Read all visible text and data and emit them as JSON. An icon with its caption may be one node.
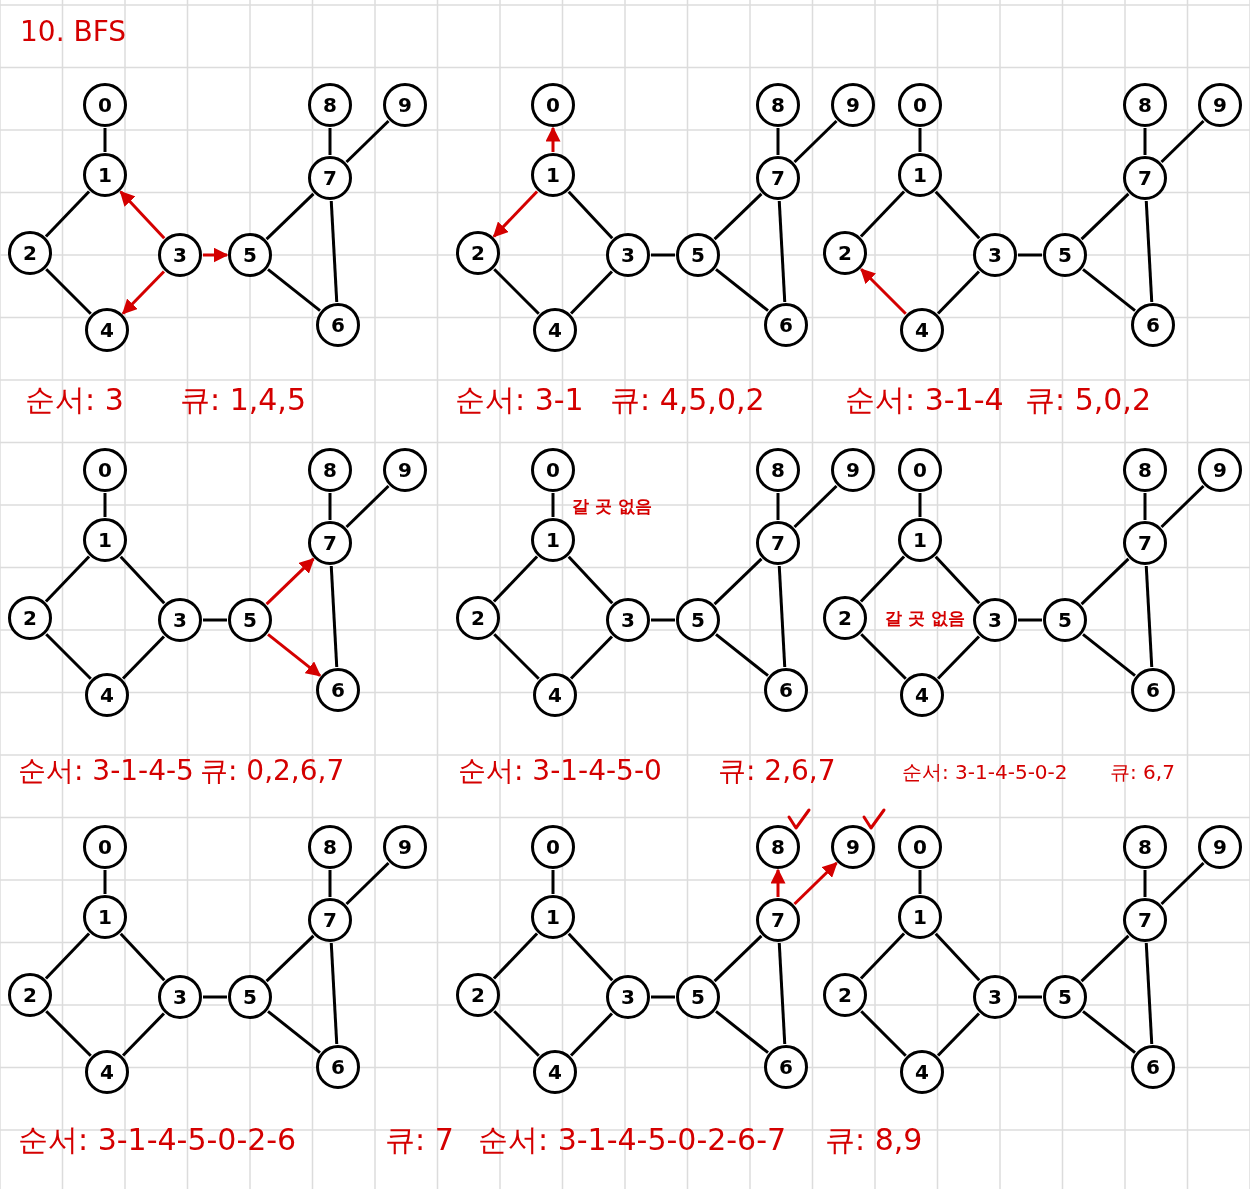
{
  "diagram": {
    "title": "10. BFS",
    "nodes": [
      {
        "text": [
          "0"
        ]
      },
      {
        "text": [
          "1"
        ]
      },
      {
        "text": [
          "2"
        ]
      },
      {
        "text": [
          "3"
        ]
      },
      {
        "text": [
          "4"
        ]
      },
      {
        "text": [
          "5"
        ]
      },
      {
        "text": [
          "6"
        ]
      },
      {
        "text": [
          "7"
        ]
      },
      {
        "text": [
          "8"
        ]
      },
      {
        "text": [
          "9"
        ]
      },
      {
        "text": [
          "0"
        ]
      },
      {
        "text": [
          "1"
        ]
      },
      {
        "text": [
          "2"
        ]
      },
      {
        "text": [
          "3"
        ]
      },
      {
        "text": [
          "4"
        ]
      },
      {
        "text": [
          "5"
        ]
      },
      {
        "text": [
          "6"
        ]
      },
      {
        "text": [
          "7"
        ]
      },
      {
        "text": [
          "8"
        ]
      },
      {
        "text": [
          "9"
        ]
      },
      {
        "text": [
          "0"
        ]
      },
      {
        "text": [
          "1"
        ]
      },
      {
        "text": [
          "2"
        ]
      },
      {
        "text": [
          "3"
        ]
      },
      {
        "text": [
          "4"
        ]
      },
      {
        "text": [
          "5"
        ]
      },
      {
        "text": [
          "6"
        ]
      },
      {
        "text": [
          "7"
        ]
      },
      {
        "text": [
          "8"
        ]
      },
      {
        "text": [
          "9"
        ]
      },
      {
        "text": [
          "0"
        ]
      },
      {
        "text": [
          "1"
        ]
      },
      {
        "text": [
          "2"
        ]
      },
      {
        "text": [
          "3"
        ]
      },
      {
        "text": [
          "4"
        ]
      },
      {
        "text": [
          "5"
        ]
      },
      {
        "text": [
          "6"
        ]
      },
      {
        "text": [
          "7"
        ]
      },
      {
        "text": [
          "8"
        ]
      },
      {
        "text": [
          "9"
        ]
      },
      {
        "text": [
          "0"
        ],
        "beside": [
          "갈 곳 없음"
        ]
      },
      {
        "text": [
          "1"
        ]
      },
      {
        "text": [
          "2"
        ]
      },
      {
        "text": [
          "3"
        ]
      },
      {
        "text": [
          "4"
        ]
      },
      {
        "text": [
          "5"
        ]
      },
      {
        "text": [
          "6"
        ]
      },
      {
        "text": [
          "7"
        ]
      },
      {
        "text": [
          "8"
        ]
      },
      {
        "text": [
          "9"
        ]
      },
      {
        "text": [
          "0"
        ]
      },
      {
        "text": [
          "1"
        ]
      },
      {
        "text": [
          "2"
        ],
        "beside": [
          "갈 곳 없음"
        ]
      },
      {
        "text": [
          "3"
        ]
      },
      {
        "text": [
          "4"
        ]
      },
      {
        "text": [
          "5"
        ]
      },
      {
        "text": [
          "6"
        ]
      },
      {
        "text": [
          "7"
        ]
      },
      {
        "text": [
          "8"
        ]
      },
      {
        "text": [
          "9"
        ]
      },
      {
        "text": [
          "0"
        ]
      },
      {
        "text": [
          "1"
        ]
      },
      {
        "text": [
          "2"
        ]
      },
      {
        "text": [
          "3"
        ]
      },
      {
        "text": [
          "4"
        ]
      },
      {
        "text": [
          "5"
        ]
      },
      {
        "text": [
          "6"
        ]
      },
      {
        "text": [
          "7"
        ]
      },
      {
        "text": [
          "8"
        ]
      },
      {
        "text": [
          "9"
        ]
      },
      {
        "text": [
          "0"
        ]
      },
      {
        "text": [
          "1"
        ]
      },
      {
        "text": [
          "2"
        ]
      },
      {
        "text": [
          "3"
        ]
      },
      {
        "text": [
          "4"
        ]
      },
      {
        "text": [
          "5"
        ]
      },
      {
        "text": [
          "6"
        ]
      },
      {
        "text": [
          "7"
        ]
      },
      {
        "text": [
          "8"
        ]
      },
      {
        "text": [
          "9"
        ]
      },
      {
        "text": [
          "0"
        ]
      },
      {
        "text": [
          "1"
        ]
      },
      {
        "text": [
          "2"
        ]
      },
      {
        "text": [
          "3"
        ]
      },
      {
        "text": [
          "4"
        ]
      },
      {
        "text": [
          "5"
        ]
      },
      {
        "text": [
          "6"
        ]
      },
      {
        "text": [
          "7"
        ]
      },
      {
        "text": [
          "8"
        ]
      },
      {
        "text": [
          "9"
        ]
      }
    ],
    "edges": [
      {
        "from": 0,
        "to": 1,
        "arrow": "none"
      },
      {
        "from": 1,
        "to": 2,
        "arrow": "none"
      },
      {
        "from": 3,
        "to": 1,
        "arrow": "to",
        "color": "#d40000"
      },
      {
        "from": 2,
        "to": 4,
        "arrow": "none"
      },
      {
        "from": 3,
        "to": 4,
        "arrow": "to",
        "color": "#d40000"
      },
      {
        "from": 3,
        "to": 5,
        "arrow": "to",
        "color": "#d40000"
      },
      {
        "from": 5,
        "to": 7,
        "arrow": "none"
      },
      {
        "from": 5,
        "to": 6,
        "arrow": "none"
      },
      {
        "from": 6,
        "to": 7,
        "arrow": "none"
      },
      {
        "from": 7,
        "to": 8,
        "arrow": "none"
      },
      {
        "from": 7,
        "to": 9,
        "arrow": "none"
      },
      {
        "from": 11,
        "to": 10,
        "arrow": "to",
        "color": "#d40000"
      },
      {
        "from": 11,
        "to": 12,
        "arrow": "to",
        "color": "#d40000"
      },
      {
        "from": 11,
        "to": 13,
        "arrow": "none"
      },
      {
        "from": 12,
        "to": 14,
        "arrow": "none"
      },
      {
        "from": 13,
        "to": 14,
        "arrow": "none"
      },
      {
        "from": 13,
        "to": 15,
        "arrow": "none"
      },
      {
        "from": 15,
        "to": 17,
        "arrow": "none"
      },
      {
        "from": 15,
        "to": 16,
        "arrow": "none"
      },
      {
        "from": 16,
        "to": 17,
        "arrow": "none"
      },
      {
        "from": 17,
        "to": 18,
        "arrow": "none"
      },
      {
        "from": 17,
        "to": 19,
        "arrow": "none"
      },
      {
        "from": 20,
        "to": 21,
        "arrow": "none"
      },
      {
        "from": 21,
        "to": 22,
        "arrow": "none"
      },
      {
        "from": 21,
        "to": 23,
        "arrow": "none"
      },
      {
        "from": 24,
        "to": 22,
        "arrow": "to",
        "color": "#d40000"
      },
      {
        "from": 23,
        "to": 24,
        "arrow": "none"
      },
      {
        "from": 23,
        "to": 25,
        "arrow": "none"
      },
      {
        "from": 25,
        "to": 27,
        "arrow": "none"
      },
      {
        "from": 25,
        "to": 26,
        "arrow": "none"
      },
      {
        "from": 26,
        "to": 27,
        "arrow": "none"
      },
      {
        "from": 27,
        "to": 28,
        "arrow": "none"
      },
      {
        "from": 27,
        "to": 29,
        "arrow": "none"
      },
      {
        "from": 30,
        "to": 31,
        "arrow": "none"
      },
      {
        "from": 31,
        "to": 32,
        "arrow": "none"
      },
      {
        "from": 31,
        "to": 33,
        "arrow": "none"
      },
      {
        "from": 32,
        "to": 34,
        "arrow": "none"
      },
      {
        "from": 33,
        "to": 34,
        "arrow": "none"
      },
      {
        "from": 33,
        "to": 35,
        "arrow": "none"
      },
      {
        "from": 35,
        "to": 37,
        "arrow": "to",
        "color": "#d40000"
      },
      {
        "from": 35,
        "to": 36,
        "arrow": "to",
        "color": "#d40000"
      },
      {
        "from": 36,
        "to": 37,
        "arrow": "none"
      },
      {
        "from": 37,
        "to": 38,
        "arrow": "none"
      },
      {
        "from": 37,
        "to": 39,
        "arrow": "none"
      },
      {
        "from": 40,
        "to": 41,
        "arrow": "none"
      },
      {
        "from": 41,
        "to": 42,
        "arrow": "none"
      },
      {
        "from": 41,
        "to": 43,
        "arrow": "none"
      },
      {
        "from": 42,
        "to": 44,
        "arrow": "none"
      },
      {
        "from": 43,
        "to": 44,
        "arrow": "none"
      },
      {
        "from": 43,
        "to": 45,
        "arrow": "none"
      },
      {
        "from": 45,
        "to": 47,
        "arrow": "none"
      },
      {
        "from": 45,
        "to": 46,
        "arrow": "none"
      },
      {
        "from": 46,
        "to": 47,
        "arrow": "none"
      },
      {
        "from": 47,
        "to": 48,
        "arrow": "none"
      },
      {
        "from": 47,
        "to": 49,
        "arrow": "none"
      },
      {
        "from": 50,
        "to": 51,
        "arrow": "none"
      },
      {
        "from": 51,
        "to": 52,
        "arrow": "none"
      },
      {
        "from": 51,
        "to": 53,
        "arrow": "none"
      },
      {
        "from": 52,
        "to": 54,
        "arrow": "none"
      },
      {
        "from": 53,
        "to": 54,
        "arrow": "none"
      },
      {
        "from": 53,
        "to": 55,
        "arrow": "none"
      },
      {
        "from": 55,
        "to": 57,
        "arrow": "none"
      },
      {
        "from": 55,
        "to": 56,
        "arrow": "none"
      },
      {
        "from": 56,
        "to": 57,
        "arrow": "none"
      },
      {
        "from": 57,
        "to": 58,
        "arrow": "none"
      },
      {
        "from": 57,
        "to": 59,
        "arrow": "none"
      },
      {
        "from": 60,
        "to": 61,
        "arrow": "none"
      },
      {
        "from": 61,
        "to": 62,
        "arrow": "none"
      },
      {
        "from": 61,
        "to": 63,
        "arrow": "none"
      },
      {
        "from": 62,
        "to": 64,
        "arrow": "none"
      },
      {
        "from": 63,
        "to": 64,
        "arrow": "none"
      },
      {
        "from": 63,
        "to": 65,
        "arrow": "none"
      },
      {
        "from": 65,
        "to": 67,
        "arrow": "none"
      },
      {
        "from": 65,
        "to": 66,
        "arrow": "none"
      },
      {
        "from": 66,
        "to": 67,
        "arrow": "none"
      },
      {
        "from": 67,
        "to": 68,
        "arrow": "none"
      },
      {
        "from": 67,
        "to": 69,
        "arrow": "none"
      },
      {
        "from": 70,
        "to": 71,
        "arrow": "none"
      },
      {
        "from": 71,
        "to": 72,
        "arrow": "none"
      },
      {
        "from": 71,
        "to": 73,
        "arrow": "none"
      },
      {
        "from": 72,
        "to": 74,
        "arrow": "none"
      },
      {
        "from": 73,
        "to": 74,
        "arrow": "none"
      },
      {
        "from": 73,
        "to": 75,
        "arrow": "none"
      },
      {
        "from": 75,
        "to": 77,
        "arrow": "none"
      },
      {
        "from": 75,
        "to": 76,
        "arrow": "none"
      },
      {
        "from": 76,
        "to": 77,
        "arrow": "none"
      },
      {
        "from": 77,
        "to": 78,
        "arrow": "to",
        "color": "#d40000"
      },
      {
        "from": 77,
        "to": 79,
        "arrow": "to",
        "color": "#d40000"
      },
      {
        "from": 80,
        "to": 81,
        "arrow": "none"
      },
      {
        "from": 81,
        "to": 82,
        "arrow": "none"
      },
      {
        "from": 81,
        "to": 83,
        "arrow": "none"
      },
      {
        "from": 82,
        "to": 84,
        "arrow": "none"
      },
      {
        "from": 83,
        "to": 84,
        "arrow": "none"
      },
      {
        "from": 83,
        "to": 85,
        "arrow": "none"
      },
      {
        "from": 85,
        "to": 87,
        "arrow": "none"
      },
      {
        "from": 85,
        "to": 86,
        "arrow": "none"
      },
      {
        "from": 86,
        "to": 87,
        "arrow": "none"
      },
      {
        "from": 87,
        "to": 88,
        "arrow": "none"
      },
      {
        "from": 87,
        "to": 89,
        "arrow": "none"
      }
    ],
    "labels": [
      "순서: 3",
      "큐: 1,4,5",
      "순서: 3-1",
      "큐: 4,5,0,2",
      "순서: 3-1-4",
      "큐: 5,0,2",
      "순서: 3-1-4-5",
      "큐: 0,2,6,7",
      "순서: 3-1-4-5-0",
      "큐: 2,6,7",
      "순서: 3-1-4-5-0-2",
      "큐: 6,7",
      "순서: 3-1-4-5-0-2-6",
      "큐: 7",
      "순서: 3-1-4-5-0-2-6-7",
      "큐: 8,9"
    ]
  }
}
